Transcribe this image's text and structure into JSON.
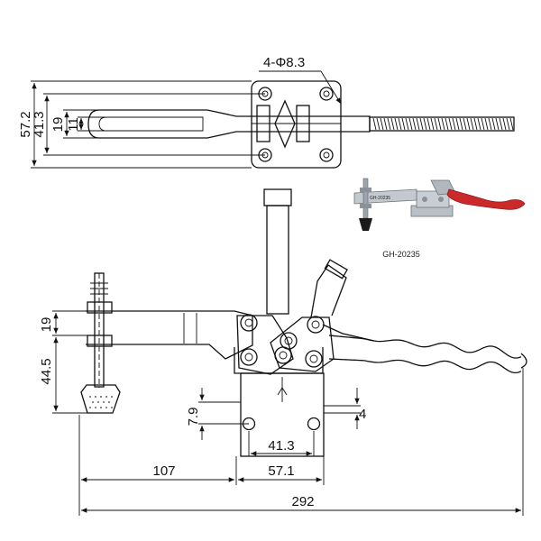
{
  "drawing": {
    "hole_callout": "4-Φ8.3",
    "top_view": {
      "dim_572": "57.2",
      "dim_413": "41.3",
      "dim_19": "19",
      "dim_11": "11"
    },
    "side_view": {
      "dim_19": "19",
      "dim_445": "44.5",
      "dim_79": "7.9",
      "dim_4": "4",
      "dim_413": "41.3",
      "dim_107": "107",
      "dim_571": "57.1",
      "dim_292": "292"
    }
  },
  "photo": {
    "caption": "GH-20235",
    "label": "GH-20235",
    "colors": {
      "handle": "#cc2a2a",
      "metal": "#b9bfc6",
      "rubber": "#1a1a1a"
    }
  }
}
